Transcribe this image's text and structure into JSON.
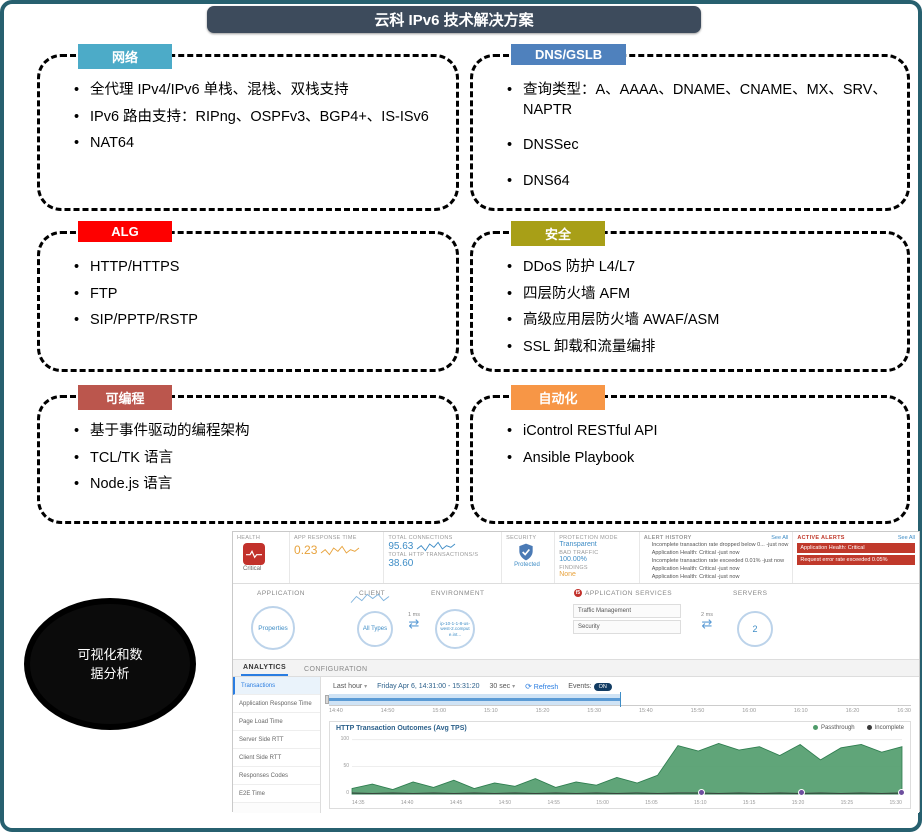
{
  "slide": {
    "title": "云科 IPv6 技术解决方案",
    "frame_color": "#27606f",
    "title_bg": "#3d4b5c",
    "visualization_label": "可视化和数据分析",
    "boxes": [
      {
        "label": "网络",
        "color": "#4cabc8",
        "bullets": [
          "全代理 IPv4/IPv6 单栈、混栈、双栈支持",
          "IPv6 路由支持：RIPng、OSPFv3、BGP4+、IS-ISv6",
          "NAT64"
        ]
      },
      {
        "label": "DNS/GSLB",
        "color": "#4f81bd",
        "bullets": [
          "查询类型：A、AAAA、DNAME、CNAME、MX、SRV、NAPTR",
          "DNSSec",
          "DNS64"
        ]
      },
      {
        "label": "ALG",
        "color": "#fe0000",
        "bullets": [
          "HTTP/HTTPS",
          "FTP",
          "SIP/PPTP/RSTP"
        ]
      },
      {
        "label": "安全",
        "color": "#a89f17",
        "bullets": [
          "DDoS 防护 L4/L7",
          "四层防火墙 AFM",
          "高级应用层防火墙 AWAF/ASM",
          "SSL 卸载和流量编排"
        ]
      },
      {
        "label": "可编程",
        "color": "#bb564d",
        "bullets": [
          "基于事件驱动的编程架构",
          "TCL/TK 语言",
          "Node.js 语言"
        ]
      },
      {
        "label": "自动化",
        "color": "#f79646",
        "bullets": [
          "iControl RESTful API",
          "Ansible Playbook"
        ]
      }
    ]
  },
  "dashboard": {
    "health": {
      "label": "HEALTH",
      "status": "Critical"
    },
    "app_response": {
      "label": "APP RESPONSE TIME",
      "value": "0.23"
    },
    "totals": {
      "connections_label": "TOTAL CONNECTIONS",
      "connections_value": "95.63",
      "http_label": "TOTAL HTTP TRANSACTIONS/S",
      "http_value": "38.60"
    },
    "security": {
      "label": "SECURITY",
      "status": "Protected"
    },
    "protection": {
      "items": [
        {
          "label": "PROTECTION MODE",
          "value": "Transparent",
          "tone": "blue"
        },
        {
          "label": "BAD TRAFFIC",
          "value": "100.00%",
          "tone": "blue"
        },
        {
          "label": "FINDINGS",
          "value": "None",
          "tone": "orange"
        }
      ]
    },
    "alert_history": {
      "label": "ALERT HISTORY",
      "see_all": "See All",
      "items": [
        {
          "icon": "check",
          "text": "Incomplete transaction rate dropped below 0... -just now"
        },
        {
          "icon": "dot",
          "text": "Application Health: Critical -just now"
        },
        {
          "icon": "dot",
          "text": "Incomplete transaction rate exceeded 0.01% -just now"
        },
        {
          "icon": "dot",
          "text": "Application Health: Critical -just now"
        },
        {
          "icon": "dot",
          "text": "Application Health: Critical -just now"
        }
      ]
    },
    "active_alerts": {
      "label": "ACTIVE ALERTS",
      "see_all": "See All",
      "items": [
        "Application Health: Critical",
        "Request error rate exceeded 0.05%"
      ]
    },
    "topology": {
      "application_label": "APPLICATION",
      "application_node": "Properties",
      "client_label": "CLIENT",
      "client_node": "All Types",
      "client_latency": "1 ms",
      "environment_label": "ENVIRONMENT",
      "environment_node": "ip-10-1-1-8-us-west-2.compute.int...",
      "services_label": "APPLICATION SERVICES",
      "services_icon": "f5",
      "services_items": [
        "Traffic Management",
        "Security"
      ],
      "servers_label": "SERVERS",
      "servers_node": "2",
      "servers_latency": "2 ms"
    },
    "tabs": [
      "ANALYTICS",
      "CONFIGURATION"
    ],
    "sidebar": [
      {
        "label": "Transactions",
        "state": "active"
      },
      {
        "label": "Application Response Time",
        "state": "normal"
      },
      {
        "label": "Page Load Time",
        "state": "normal"
      },
      {
        "label": "Server Side RTT",
        "state": "normal"
      },
      {
        "label": "Client Side RTT",
        "state": "normal"
      },
      {
        "label": "Responses Codes",
        "state": "normal"
      },
      {
        "label": "E2E Time",
        "state": "normal"
      }
    ],
    "controls": {
      "range": "Last hour",
      "date": "Friday Apr 6, 14:31:00 - 15:31:20",
      "interval": "30 sec",
      "refresh": "Refresh",
      "events_label": "Events:",
      "events_state": "ON"
    },
    "timeline_ticks": [
      "14:40",
      "14:50",
      "15:00",
      "15:10",
      "15:20",
      "15:30",
      "15:40",
      "15:50",
      "16:00",
      "16:10",
      "16:20",
      "16:30"
    ],
    "sparklines": {
      "app_response": [
        3,
        5,
        2,
        6,
        4,
        7,
        3,
        5,
        4,
        6
      ],
      "connections": [
        4,
        6,
        3,
        7,
        5,
        8,
        4,
        6,
        5,
        7
      ],
      "client": [
        2,
        5,
        3,
        6,
        4,
        6,
        3,
        5
      ]
    }
  },
  "chart_data": {
    "type": "area",
    "title": "HTTP Transaction Outcomes (Avg TPS)",
    "ylim": [
      0,
      100
    ],
    "y_ticks": [
      "100",
      "50",
      "0"
    ],
    "x_ticks": [
      "14:35",
      "14:40",
      "14:45",
      "14:50",
      "14:55",
      "15:00",
      "15:05",
      "15:10",
      "15:15",
      "15:20",
      "15:25",
      "15:30"
    ],
    "series": [
      {
        "name": "Passthrough",
        "color": "#4f9b6a",
        "values": [
          10,
          18,
          8,
          22,
          12,
          25,
          10,
          20,
          14,
          28,
          12,
          22,
          16,
          30,
          20,
          34,
          88,
          78,
          92,
          80,
          86,
          70,
          90,
          62,
          84,
          90,
          76,
          86
        ]
      },
      {
        "name": "Incomplete",
        "color": "#3a3a3a",
        "values": [
          2,
          1,
          2,
          1,
          2,
          1,
          2,
          1,
          2,
          1,
          2,
          1,
          2,
          1,
          2,
          1,
          2,
          2,
          1,
          2,
          1,
          2,
          1,
          2,
          1,
          2,
          1,
          2
        ]
      }
    ],
    "event_markers": [
      "15:10",
      "15:20",
      "15:30"
    ],
    "legend_position": "top-right"
  }
}
